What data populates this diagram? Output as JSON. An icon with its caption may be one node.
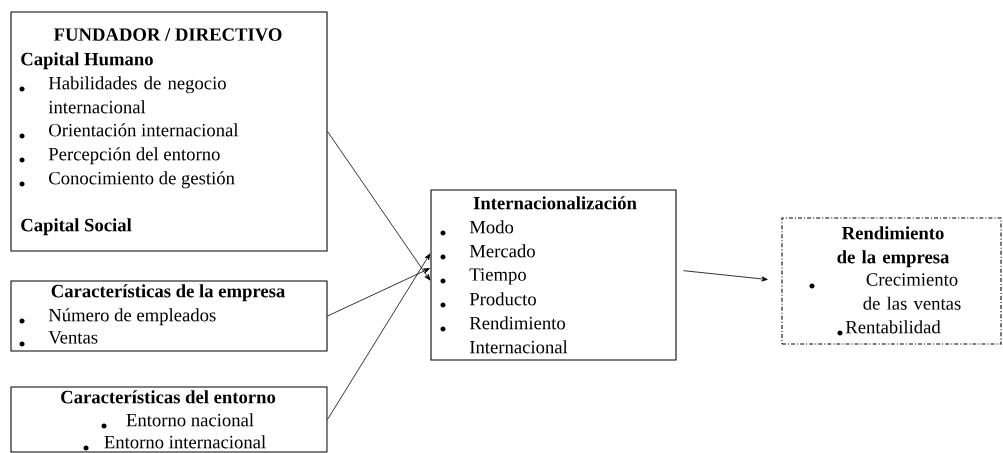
{
  "diagram": {
    "nodes": [
      {
        "text": [
          "FUNDADOR / DIRECTIVO",
          "Capital Humano",
          "Habilidades de negocio internacional",
          "Orientación internacional",
          "Percepción del entorno",
          "Conocimiento de gestión",
          "Capital Social"
        ]
      },
      {
        "text": [
          "Características de la empresa",
          "Número de empleados",
          "Ventas"
        ]
      },
      {
        "text": [
          "Características del entorno",
          "Entorno nacional",
          "Entorno internacional"
        ]
      },
      {
        "text": [
          "Internacionalización",
          "Modo",
          "Mercado",
          "Tiempo",
          "Producto",
          "Rendimiento Internacional"
        ]
      },
      {
        "text": [
          "Rendimiento de la empresa",
          "Crecimiento de las ventas",
          "Rentabilidad"
        ]
      }
    ],
    "edges": [
      {
        "from": 0,
        "to": 3,
        "arrow": "to"
      },
      {
        "from": 1,
        "to": 3,
        "arrow": "to"
      },
      {
        "from": 2,
        "to": 3,
        "arrow": "to"
      },
      {
        "from": 3,
        "to": 4,
        "arrow": "to"
      }
    ]
  }
}
